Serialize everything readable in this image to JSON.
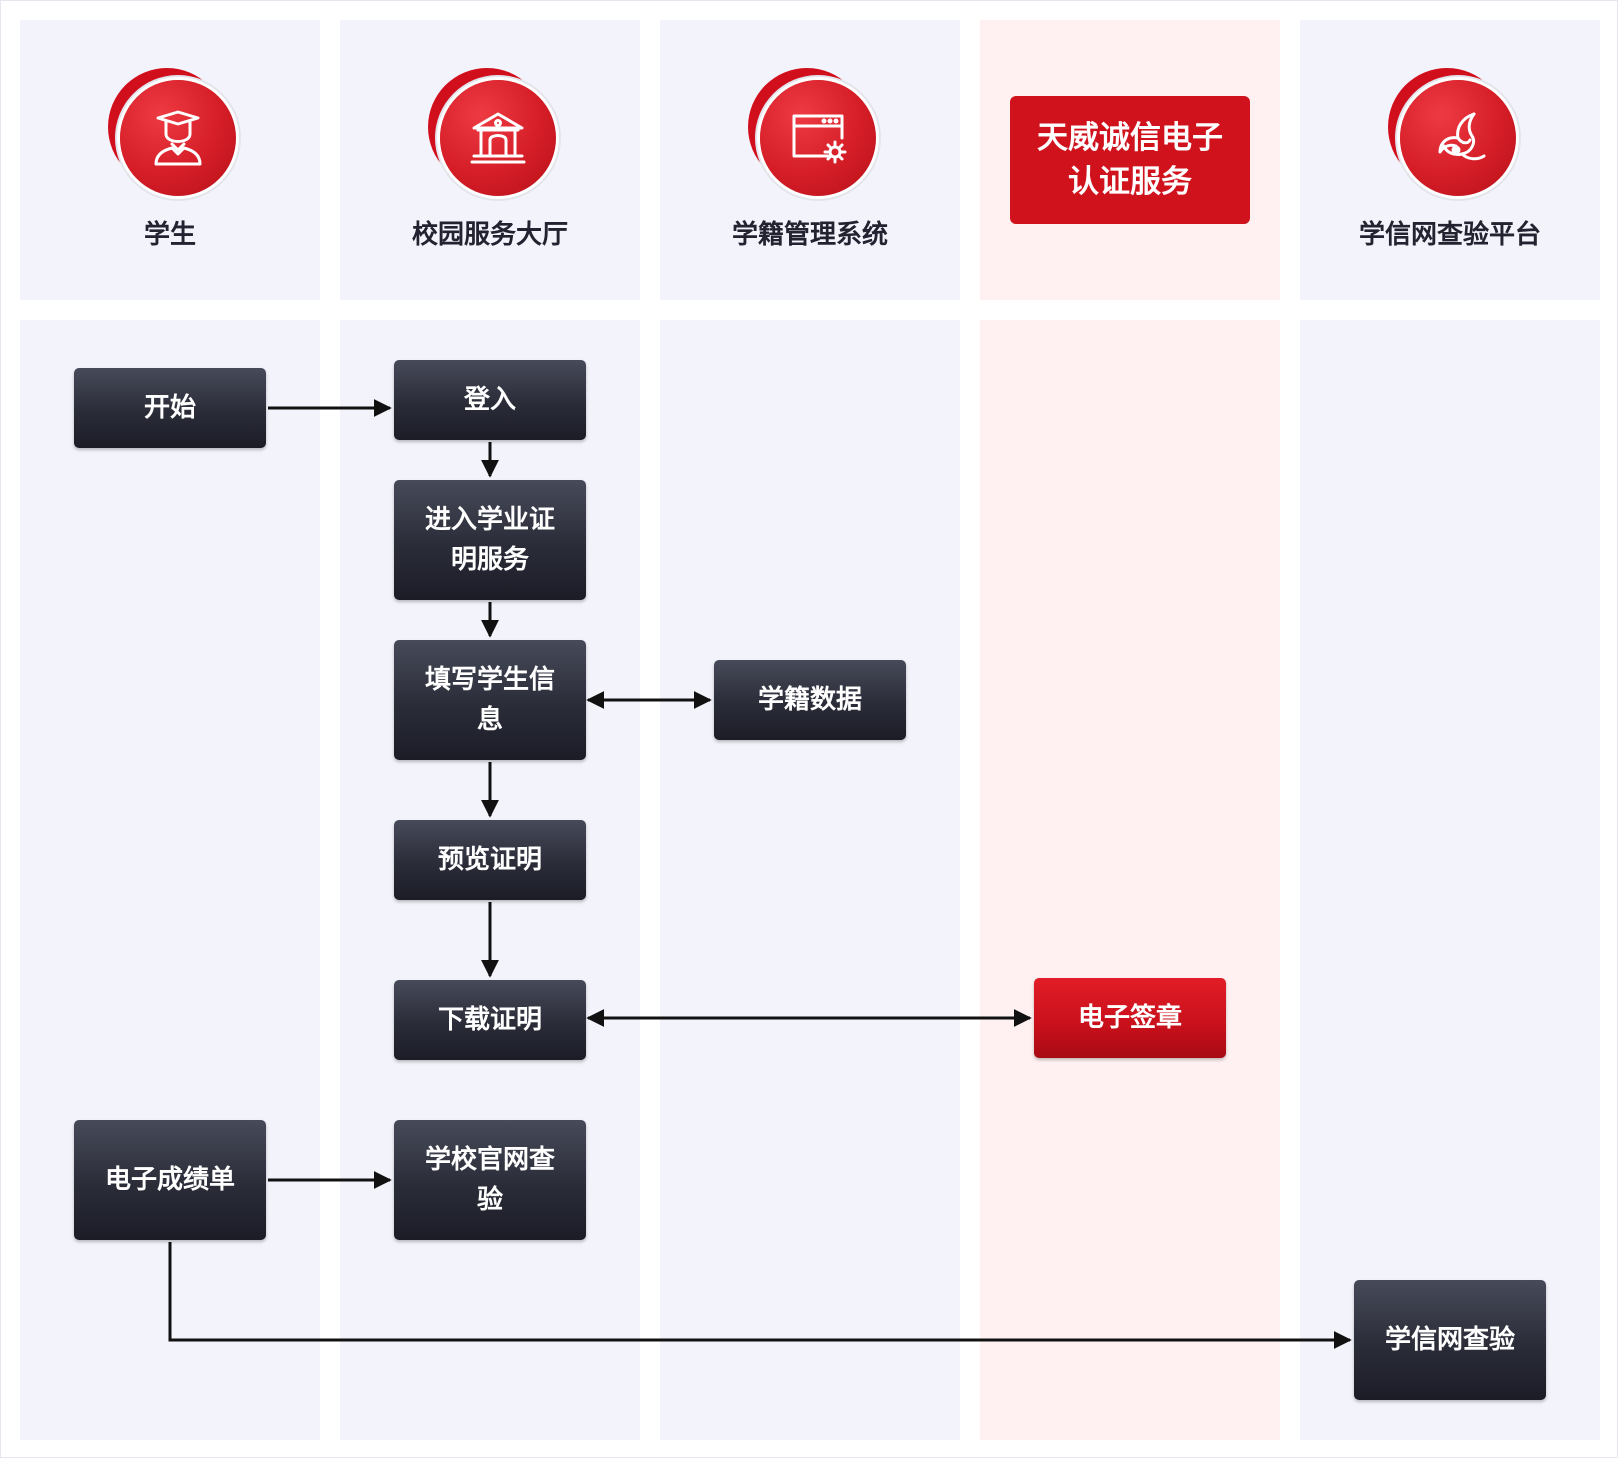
{
  "lanes": [
    {
      "title": "学生",
      "icon": "graduate-icon"
    },
    {
      "title": "校园服务大厅",
      "icon": "building-icon"
    },
    {
      "title": "学籍管理系统",
      "icon": "system-settings-icon"
    },
    {
      "title": "天威诚信电子认证服务",
      "icon": ""
    },
    {
      "title": "学信网查验平台",
      "icon": "phoenix-logo-icon"
    }
  ],
  "nodes": {
    "start": "开始",
    "login": "登入",
    "enter_service": "进入学业证明服务",
    "fill_info": "填写学生信息",
    "student_data": "学籍数据",
    "preview": "预览证明",
    "download": "下载证明",
    "e_signature": "电子签章",
    "e_transcript": "电子成绩单",
    "school_verify": "学校官网查验",
    "chsi_verify": "学信网查验"
  },
  "colors": {
    "accent_red": "#d0121d",
    "node_dark": "#2a2c38",
    "lane_bg": "#f3f3fb",
    "lane_highlight_bg": "#fff1f2"
  }
}
